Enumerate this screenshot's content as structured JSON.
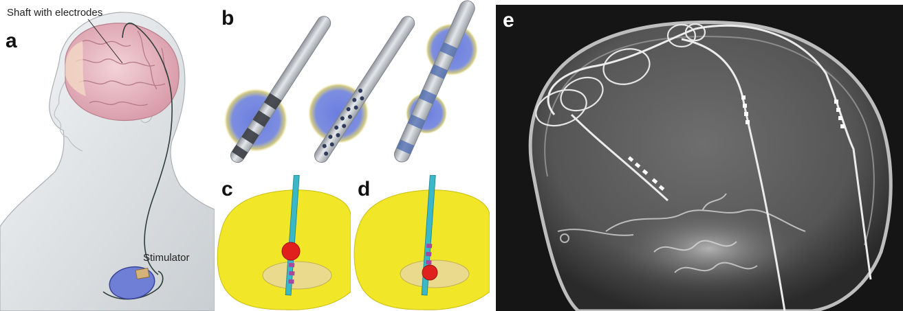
{
  "panels": {
    "a": {
      "label": "a",
      "annotations": {
        "shaft": "Shaft with electrodes",
        "stimulator": "Stimulator"
      }
    },
    "b": {
      "label": "b"
    },
    "c": {
      "label": "c"
    },
    "d": {
      "label": "d"
    },
    "e": {
      "label": "e"
    }
  },
  "colors": {
    "brain": "#e7b8c2",
    "stimulator": "#6f7fd6",
    "field": "#6a7ee0",
    "lead_shaft": "#b8bcc2",
    "nucleus": "#f2e628",
    "lead_probe": "#3ab8c8",
    "contact": "#a548a0",
    "activation": "#e0201c",
    "xray_background": "#151515"
  }
}
